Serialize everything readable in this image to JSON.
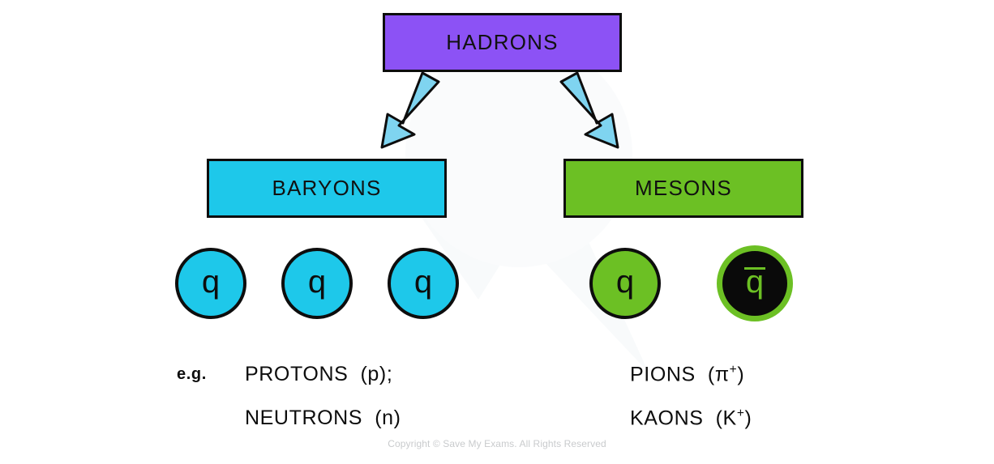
{
  "diagram": {
    "title": "HADRONS",
    "root": {
      "label": "HADRONS",
      "color": "#8c52f5"
    },
    "branches": [
      {
        "key": "baryons",
        "label": "BARYONS",
        "color": "#1ec8ea"
      },
      {
        "key": "mesons",
        "label": "MESONS",
        "color": "#6cc024"
      }
    ],
    "arrows": {
      "left_arrow_name": "arrow-hadrons-to-baryons",
      "right_arrow_name": "arrow-hadrons-to-mesons",
      "color": "#7fd4f0",
      "outline": "#0d0d0d"
    },
    "baryon_quarks": [
      {
        "symbol": "q",
        "fill": "#1ec8ea",
        "text_color": "#0d0d0d",
        "antiquark": false
      },
      {
        "symbol": "q",
        "fill": "#1ec8ea",
        "text_color": "#0d0d0d",
        "antiquark": false
      },
      {
        "symbol": "q",
        "fill": "#1ec8ea",
        "text_color": "#0d0d0d",
        "antiquark": false
      }
    ],
    "meson_quarks": [
      {
        "symbol": "q",
        "fill": "#6cc024",
        "text_color": "#0d0d0d",
        "antiquark": false
      },
      {
        "symbol": "q",
        "fill": "#0a0a0a",
        "text_color": "#6cc024",
        "antiquark": true
      }
    ],
    "examples": {
      "prefix": "e.g.",
      "baryons": [
        {
          "name": "PROTONS",
          "symbol": "(p);",
          "charge": ""
        },
        {
          "name": "NEUTRONS",
          "symbol": "(n)",
          "charge": ""
        }
      ],
      "mesons": [
        {
          "name": "PIONS",
          "symbol_open": "(π",
          "charge": "+",
          "symbol_close": ")"
        },
        {
          "name": "KAONS",
          "symbol_open": "(K",
          "charge": "+",
          "symbol_close": ")"
        }
      ]
    }
  },
  "footer": {
    "copyright": "Copyright © Save My Exams. All Rights Reserved"
  }
}
